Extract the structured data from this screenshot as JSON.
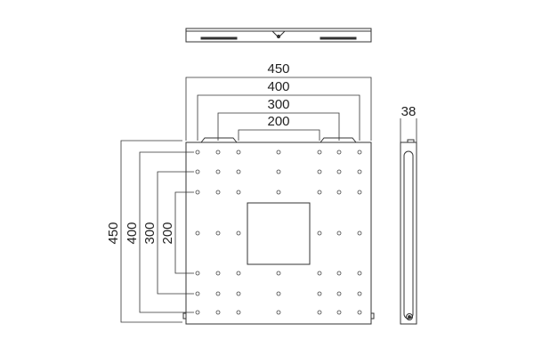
{
  "diagram": {
    "top_dims": {
      "d450": "450",
      "d400": "400",
      "d300": "300",
      "d200": "200"
    },
    "left_dims": {
      "d450": "450",
      "d400": "400",
      "d300": "300",
      "d200": "200"
    },
    "side_dim": "38",
    "colors": {
      "line": "#333333",
      "hole": "#444444",
      "background": "#ffffff"
    }
  }
}
